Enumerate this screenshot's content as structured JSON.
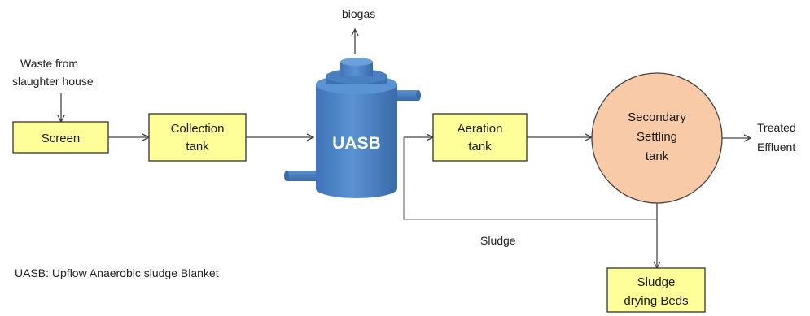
{
  "labels": {
    "waste_line1": "Waste from",
    "waste_line2": "slaughter house",
    "biogas": "biogas",
    "treated_line1": "Treated",
    "treated_line2": "Effluent",
    "sludge": "Sludge",
    "uasb_legend": "UASB: Upflow Anaerobic sludge Blanket"
  },
  "boxes": {
    "screen": "Screen",
    "collection_line1": "Collection",
    "collection_line2": "tank",
    "uasb": "UASB",
    "aeration_line1": "Aeration",
    "aeration_line2": "tank",
    "secondary_line1": "Secondary",
    "secondary_line2": "Settling",
    "secondary_line3": "tank",
    "drying_line1": "Sludge",
    "drying_line2": "drying Beds"
  },
  "colors": {
    "box_fill": "#ffff99",
    "tank_fill": "#f9caa7",
    "uasb_body": "#4f86c6",
    "uasb_top": "#3a6fb0",
    "line": "#444444"
  }
}
